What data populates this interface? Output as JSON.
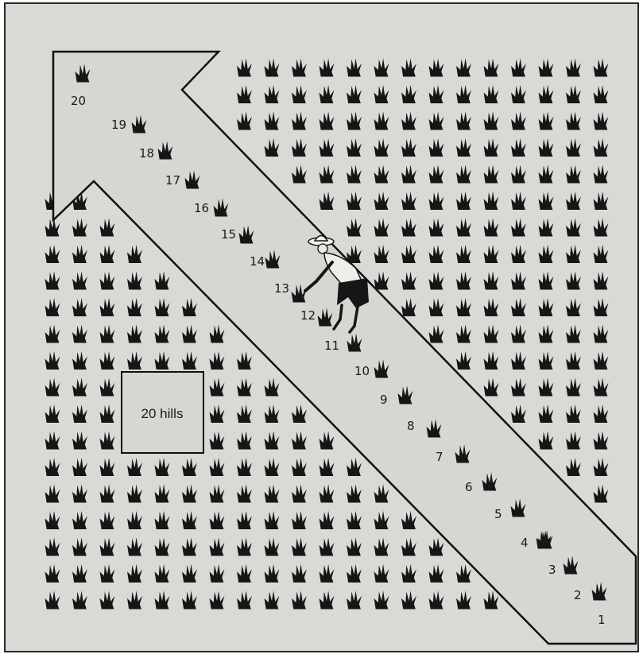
{
  "sample_box_label": "20 hills",
  "sample_hill_numbers": [
    "1",
    "2",
    "3",
    "4",
    "5",
    "6",
    "7",
    "8",
    "9",
    "10",
    "11",
    "12",
    "13",
    "14",
    "15",
    "16",
    "17",
    "18",
    "19",
    "20"
  ],
  "colors": {
    "background": "#d9d9d6",
    "ink": "#161616",
    "frame": "#2a2a2a"
  },
  "icons": {
    "plant": "rice-hill-icon",
    "person": "farmer-figure"
  }
}
